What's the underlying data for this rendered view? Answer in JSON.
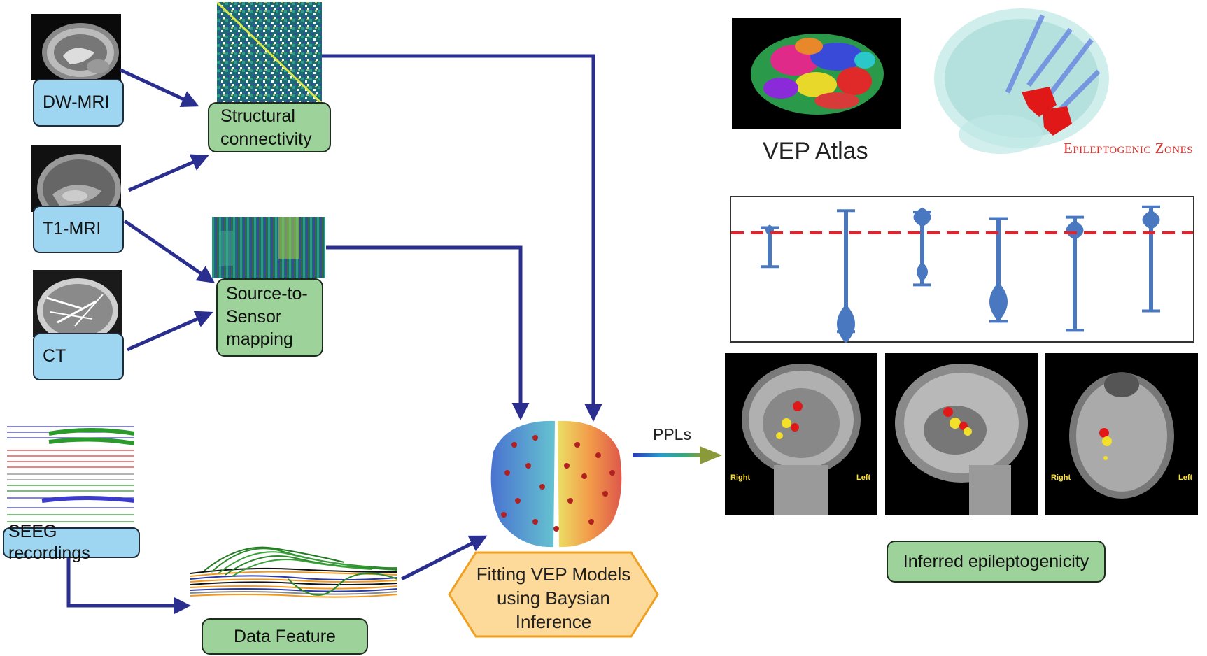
{
  "inputs": {
    "dwmri": "DW-MRI",
    "t1mri": "T1-MRI",
    "ct": "CT",
    "seeg": "SEEG recordings"
  },
  "processing": {
    "structural": [
      "Structural",
      "connectivity"
    ],
    "source_sensor": [
      "Source-to-",
      "Sensor",
      "mapping"
    ],
    "data_feature": "Data Feature"
  },
  "model": {
    "lines": [
      "Fitting VEP Models",
      "using Baysian",
      "Inference"
    ]
  },
  "outputs": {
    "vep_atlas": "VEP Atlas",
    "epileptogenic_zones": "Epileptogenic Zones",
    "ppls": "PPLs",
    "inferred": "Inferred epileptogenicity",
    "scan_labels": {
      "coronal": [
        "Right",
        "Left"
      ],
      "axial": [
        "Right",
        "Left"
      ]
    }
  },
  "colors": {
    "arrow": "#2a2f8f",
    "blue_box": "#9ed6f2",
    "green_box": "#9dd29a",
    "hexagon": "#fdd99a",
    "threshold": "#e8202a",
    "violin": "#4a78c0",
    "epileptogenic_red": "#e0302a"
  },
  "chart_data": {
    "type": "violin",
    "threshold": 0.78,
    "ylim": [
      0,
      1
    ],
    "violins": [
      {
        "top": 0.82,
        "bottom": 0.52,
        "mode": 0.8,
        "shape": "narrow"
      },
      {
        "top": 0.95,
        "bottom": 0.02,
        "mode": 0.08,
        "shape": "bottom-heavy"
      },
      {
        "top": 0.94,
        "bottom": 0.38,
        "mode": 0.9,
        "shape": "top-heavy-secondary"
      },
      {
        "top": 0.89,
        "bottom": 0.1,
        "mode": 0.25,
        "shape": "bottom-heavy"
      },
      {
        "top": 0.9,
        "bottom": 0.03,
        "mode": 0.8,
        "shape": "top-heavy"
      },
      {
        "top": 0.98,
        "bottom": 0.18,
        "mode": 0.88,
        "shape": "top-heavy"
      }
    ]
  }
}
